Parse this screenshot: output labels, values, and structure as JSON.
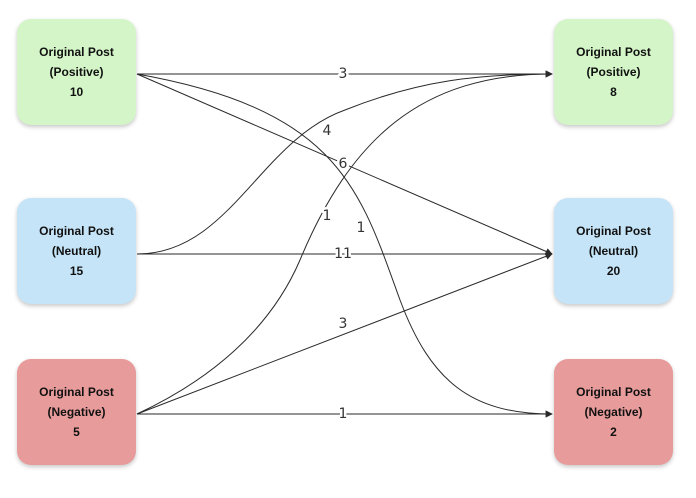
{
  "nodes": {
    "left_positive": {
      "line1": "Original Post",
      "line2": "(Positive)",
      "count": "10"
    },
    "left_neutral": {
      "line1": "Original Post",
      "line2": "(Neutral)",
      "count": "15"
    },
    "left_negative": {
      "line1": "Original Post",
      "line2": "(Negative)",
      "count": "5"
    },
    "right_positive": {
      "line1": "Original Post",
      "line2": "(Positive)",
      "count": "8"
    },
    "right_neutral": {
      "line1": "Original Post",
      "line2": "(Neutral)",
      "count": "20"
    },
    "right_negative": {
      "line1": "Original Post",
      "line2": "(Negative)",
      "count": "2"
    }
  },
  "edges": [
    {
      "from": "left_positive",
      "to": "right_positive",
      "label": "3"
    },
    {
      "from": "left_positive",
      "to": "right_neutral",
      "label": "6"
    },
    {
      "from": "left_positive",
      "to": "right_negative",
      "label": "1"
    },
    {
      "from": "left_neutral",
      "to": "right_positive",
      "label": "4"
    },
    {
      "from": "left_neutral",
      "to": "right_neutral",
      "label": "11"
    },
    {
      "from": "left_negative",
      "to": "right_positive",
      "label": "1"
    },
    {
      "from": "left_negative",
      "to": "right_neutral",
      "label": "3"
    },
    {
      "from": "left_negative",
      "to": "right_negative",
      "label": "1"
    }
  ],
  "colors": {
    "positive": "#d4f5c8",
    "neutral": "#c5e4f7",
    "negative": "#e79b9b",
    "edge": "#2a2a2a"
  }
}
